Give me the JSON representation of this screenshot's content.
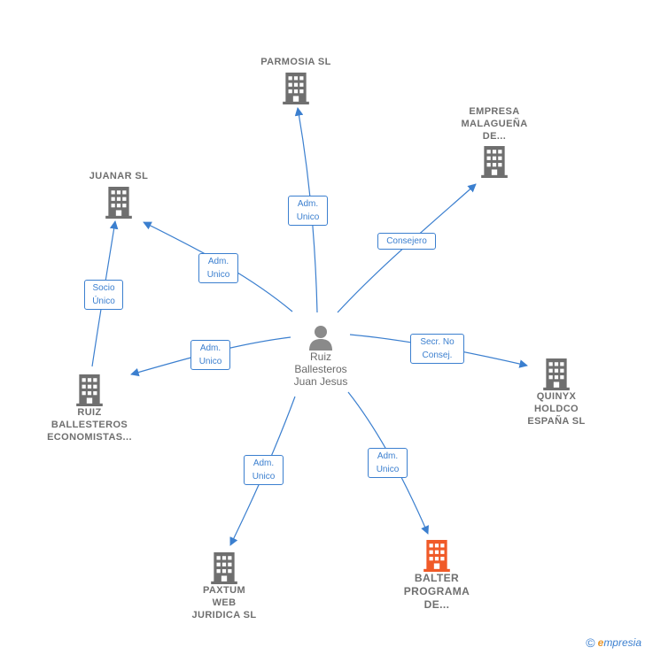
{
  "center": {
    "name": "Ruiz\nBallesteros\nJuan Jesus",
    "icon": "person-icon"
  },
  "companies": [
    {
      "id": "parmosia",
      "name": "PARMOSIA  SL",
      "icon": "building-icon",
      "color": "#6f6f6f"
    },
    {
      "id": "malaguena",
      "name": "EMPRESA\nMALAGUEÑA\nDE...",
      "icon": "building-icon",
      "color": "#6f6f6f"
    },
    {
      "id": "juanar",
      "name": "JUANAR  SL",
      "icon": "building-icon",
      "color": "#6f6f6f"
    },
    {
      "id": "ruizballesteros",
      "name": "RUIZ\nBALLESTEROS\nECONOMISTAS...",
      "icon": "building-icon",
      "color": "#6f6f6f"
    },
    {
      "id": "quinyx",
      "name": "QUINYX\nHOLDCO\nESPAÑA  SL",
      "icon": "building-icon",
      "color": "#6f6f6f"
    },
    {
      "id": "paxtum",
      "name": "PAXTUM\nWEB\nJURIDICA  SL",
      "icon": "building-icon",
      "color": "#6f6f6f"
    },
    {
      "id": "balter",
      "name": "BALTER\nPROGRAMA\nDE...",
      "icon": "building-icon",
      "color": "#f05a28"
    }
  ],
  "relations": [
    {
      "id": "r-parmosia",
      "label": "Adm.\nUnico"
    },
    {
      "id": "r-malaguena",
      "label": "Consejero"
    },
    {
      "id": "r-juanar",
      "label": "Adm.\nUnico"
    },
    {
      "id": "r-socio",
      "label": "Socio\nÚnico"
    },
    {
      "id": "r-ruizballesteros",
      "label": "Adm.\nUnico"
    },
    {
      "id": "r-quinyx",
      "label": "Secr.  No\nConsej."
    },
    {
      "id": "r-paxtum",
      "label": "Adm.\nUnico"
    },
    {
      "id": "r-balter",
      "label": "Adm.\nUnico"
    }
  ],
  "footer": {
    "copyright": "©",
    "brand_initial": "e",
    "brand_rest": "mpresia"
  },
  "colors": {
    "edge": "#3b7fcf",
    "building": "#6f6f6f",
    "highlight": "#f05a28"
  }
}
